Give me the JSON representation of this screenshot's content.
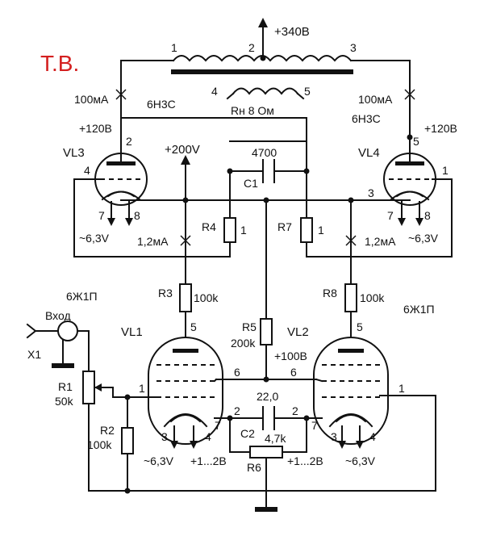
{
  "title": "Т.В.",
  "supply": "+340В",
  "transformer": {
    "pin1": "1",
    "pin2": "2",
    "pin3": "3",
    "pin4": "4",
    "pin5": "5",
    "load": "Rн 8 Ом"
  },
  "current_100_left": "100мА",
  "current_100_right": "100мА",
  "tube_type_top_left": "6Н3С",
  "tube_type_top_right": "6Н3С",
  "v120_left": "+120В",
  "v120_right": "+120В",
  "vl3": {
    "name": "VL3",
    "pin2": "2",
    "pin4": "4",
    "pin7": "7",
    "pin8": "8",
    "heater": "~6,3V"
  },
  "vl4": {
    "name": "VL4",
    "pin5": "5",
    "pin1": "1",
    "pin3": "3",
    "pin7": "7",
    "pin8": "8",
    "heater": "~6,3V"
  },
  "v200": "+200V",
  "c1": {
    "name": "C1",
    "value": "4700"
  },
  "r4": {
    "name": "R4",
    "pin": "1"
  },
  "r7": {
    "name": "R7",
    "pin": "1"
  },
  "current_12_left": "1,2мА",
  "current_12_right": "1,2мА",
  "tube_type_bottom_left": "6Ж1П",
  "tube_type_bottom_right": "6Ж1П",
  "r3": {
    "name": "R3",
    "value": "100k"
  },
  "r8": {
    "name": "R8",
    "value": "100k"
  },
  "r5": {
    "name": "R5",
    "value": "200k"
  },
  "v100": "+100В",
  "input": {
    "label": "Вход",
    "connector": "X1"
  },
  "r1": {
    "name": "R1",
    "value": "50k"
  },
  "r2": {
    "name": "R2",
    "value": "100k"
  },
  "vl1": {
    "name": "VL1",
    "pin5": "5",
    "pin6": "6",
    "pin1": "1",
    "pin2": "2",
    "pin7": "7",
    "pin3": "3",
    "pin4": "4",
    "heater": "~6,3V",
    "bias": "+1...2В"
  },
  "vl2": {
    "name": "VL2",
    "pin5": "5",
    "pin6": "6",
    "pin2": "2",
    "pin7": "7",
    "pin1": "1",
    "pin3": "3",
    "pin4": "4",
    "heater": "~6,3V"
  },
  "c2": {
    "name": "C2",
    "value_top": "22,0",
    "value_bottom": "4,7k"
  },
  "r6": {
    "name": "R6",
    "bias": "+1...2В"
  }
}
